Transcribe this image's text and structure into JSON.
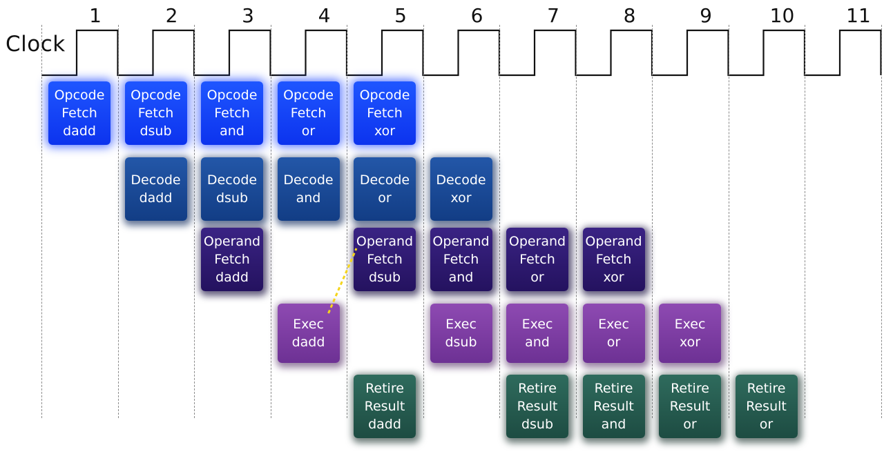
{
  "clock": {
    "label": "Clock"
  },
  "cycles": [
    "1",
    "2",
    "3",
    "4",
    "5",
    "6",
    "7",
    "8",
    "9",
    "10",
    "11"
  ],
  "stage_colors": {
    "opcode": "#1443f5",
    "decode": "#1b4a96",
    "operand": "#2e1a72",
    "exec": "#7d3ea3",
    "retire": "#235a4f"
  },
  "stages": [
    {
      "type": "opcode",
      "row": 0,
      "cycle": 1,
      "lines": [
        "Opcode",
        "Fetch",
        "dadd"
      ]
    },
    {
      "type": "opcode",
      "row": 0,
      "cycle": 2,
      "lines": [
        "Opcode",
        "Fetch",
        "dsub"
      ]
    },
    {
      "type": "opcode",
      "row": 0,
      "cycle": 3,
      "lines": [
        "Opcode",
        "Fetch",
        "and"
      ]
    },
    {
      "type": "opcode",
      "row": 0,
      "cycle": 4,
      "lines": [
        "Opcode",
        "Fetch",
        "or"
      ]
    },
    {
      "type": "opcode",
      "row": 0,
      "cycle": 5,
      "lines": [
        "Opcode",
        "Fetch",
        "xor"
      ]
    },
    {
      "type": "decode",
      "row": 1,
      "cycle": 2,
      "lines": [
        "Decode",
        "dadd"
      ]
    },
    {
      "type": "decode",
      "row": 1,
      "cycle": 3,
      "lines": [
        "Decode",
        "dsub"
      ]
    },
    {
      "type": "decode",
      "row": 1,
      "cycle": 4,
      "lines": [
        "Decode",
        "and"
      ]
    },
    {
      "type": "decode",
      "row": 1,
      "cycle": 5,
      "lines": [
        "Decode",
        "or"
      ]
    },
    {
      "type": "decode",
      "row": 1,
      "cycle": 6,
      "lines": [
        "Decode",
        "xor"
      ]
    },
    {
      "type": "operand",
      "row": 2,
      "cycle": 3,
      "lines": [
        "Operand",
        "Fetch",
        "dadd"
      ]
    },
    {
      "type": "operand",
      "row": 2,
      "cycle": 5,
      "lines": [
        "Operand",
        "Fetch",
        "dsub"
      ]
    },
    {
      "type": "operand",
      "row": 2,
      "cycle": 6,
      "lines": [
        "Operand",
        "Fetch",
        "and"
      ]
    },
    {
      "type": "operand",
      "row": 2,
      "cycle": 7,
      "lines": [
        "Operand",
        "Fetch",
        "or"
      ]
    },
    {
      "type": "operand",
      "row": 2,
      "cycle": 8,
      "lines": [
        "Operand",
        "Fetch",
        "xor"
      ]
    },
    {
      "type": "exec",
      "row": 3,
      "cycle": 4,
      "lines": [
        "Exec",
        "dadd"
      ]
    },
    {
      "type": "exec",
      "row": 3,
      "cycle": 6,
      "lines": [
        "Exec",
        "dsub"
      ]
    },
    {
      "type": "exec",
      "row": 3,
      "cycle": 7,
      "lines": [
        "Exec",
        "and"
      ]
    },
    {
      "type": "exec",
      "row": 3,
      "cycle": 8,
      "lines": [
        "Exec",
        "or"
      ]
    },
    {
      "type": "exec",
      "row": 3,
      "cycle": 9,
      "lines": [
        "Exec",
        "xor"
      ]
    },
    {
      "type": "retire",
      "row": 4,
      "cycle": 5,
      "lines": [
        "Retire",
        "Result",
        "dadd"
      ]
    },
    {
      "type": "retire",
      "row": 4,
      "cycle": 7,
      "lines": [
        "Retire",
        "Result",
        "dsub"
      ]
    },
    {
      "type": "retire",
      "row": 4,
      "cycle": 8,
      "lines": [
        "Retire",
        "Result",
        "and"
      ]
    },
    {
      "type": "retire",
      "row": 4,
      "cycle": 9,
      "lines": [
        "Retire",
        "Result",
        "or"
      ]
    },
    {
      "type": "retire",
      "row": 4,
      "cycle": 10,
      "lines": [
        "Retire",
        "Result",
        "or"
      ]
    }
  ],
  "annotation": {
    "from_cycle": 4,
    "to_cycle": 5,
    "color": "#f5d51c"
  }
}
